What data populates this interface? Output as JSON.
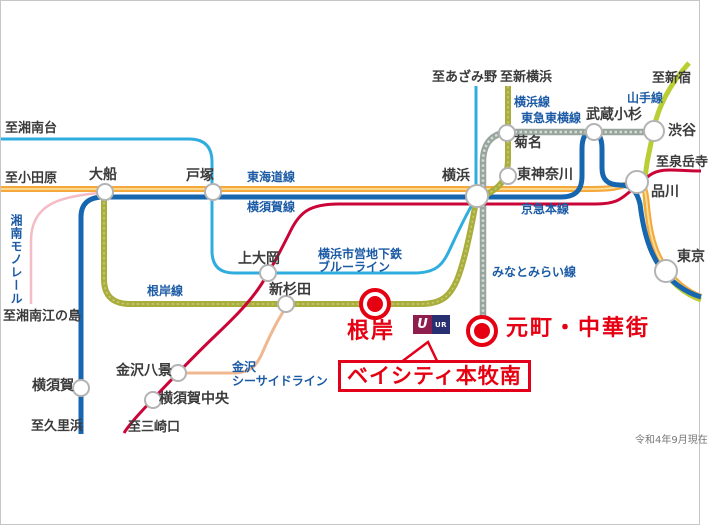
{
  "map": {
    "colors": {
      "accent_red": "#e50012",
      "box_red": "#e3001b",
      "station_border": "#b3b3b3",
      "station_fill": "#ffffff",
      "label_blue": "#1b5aa5",
      "text_dark": "#3b3b3b",
      "note_gray": "#777777",
      "ur_maroon": "#8e1e4e",
      "ur_navy": "#283071",
      "background": "#ffffff"
    },
    "lines": {
      "tokaido": {
        "label": "東海道線",
        "color": "#f5a83c",
        "core": "#fbe099"
      },
      "yokosuka": {
        "label": "横須賀線",
        "color": "#1766b0"
      },
      "keikyu": {
        "label": "京急本線",
        "color": "#cb0437"
      },
      "blue_line": {
        "label_1": "横浜市営地下鉄",
        "label_2": "ブルーライン",
        "color": "#2fadde"
      },
      "monorail": {
        "label": "湘南モノレール",
        "color": "#f4bcc6"
      },
      "negishi": {
        "label": "根岸線",
        "color": "#a9ad3b",
        "core": "#c6c873"
      },
      "yokohama_line": {
        "label": "横浜線",
        "color": "#a9ad3b",
        "core": "#c6c873"
      },
      "toyoko": {
        "label": "東急東横線",
        "color": "#98a59d",
        "core": "#d3dbd5"
      },
      "minatomirai": {
        "label": "みなとみらい線",
        "color": "#98a59d"
      },
      "yamanote": {
        "label": "山手線",
        "color": "#b9cd35"
      },
      "seaside": {
        "label_1": "金沢",
        "label_2": "シーサイドライン",
        "color": "#f0b890"
      }
    },
    "labels": {
      "ofuna": "大船",
      "totsuka": "戸塚",
      "yokohama": "横浜",
      "kikuna": "菊名",
      "higashi_kanagawa": "東神奈川",
      "musashi_kosugi": "武蔵小杉",
      "shibuya": "渋谷",
      "shinagawa": "品川",
      "tokyo": "東京",
      "kamiooka": "上大岡",
      "shin_sugita": "新杉田",
      "kanazawa_hakkei": "金沢八景",
      "yokosuka_chuo": "横須賀中央",
      "yokosuka_st": "横須賀",
      "to_shonandai": "至湘南台",
      "to_odawara": "至小田原",
      "to_shonan_enoshima": "至湘南江の島",
      "to_kurihama": "至久里浜",
      "to_misakiguchi": "至三崎口",
      "to_azamino": "至あざみ野",
      "to_shin_yokohama": "至新横浜",
      "to_shinjuku": "至新宿",
      "to_sengakuji": "至泉岳寺",
      "negishi_station": "根岸",
      "motomachi_chukagai": "元町・中華街",
      "property_name": "ベイシティ本牧南",
      "ur_u": "U",
      "ur": "UR",
      "as_of": "令和4年9月現在"
    }
  }
}
